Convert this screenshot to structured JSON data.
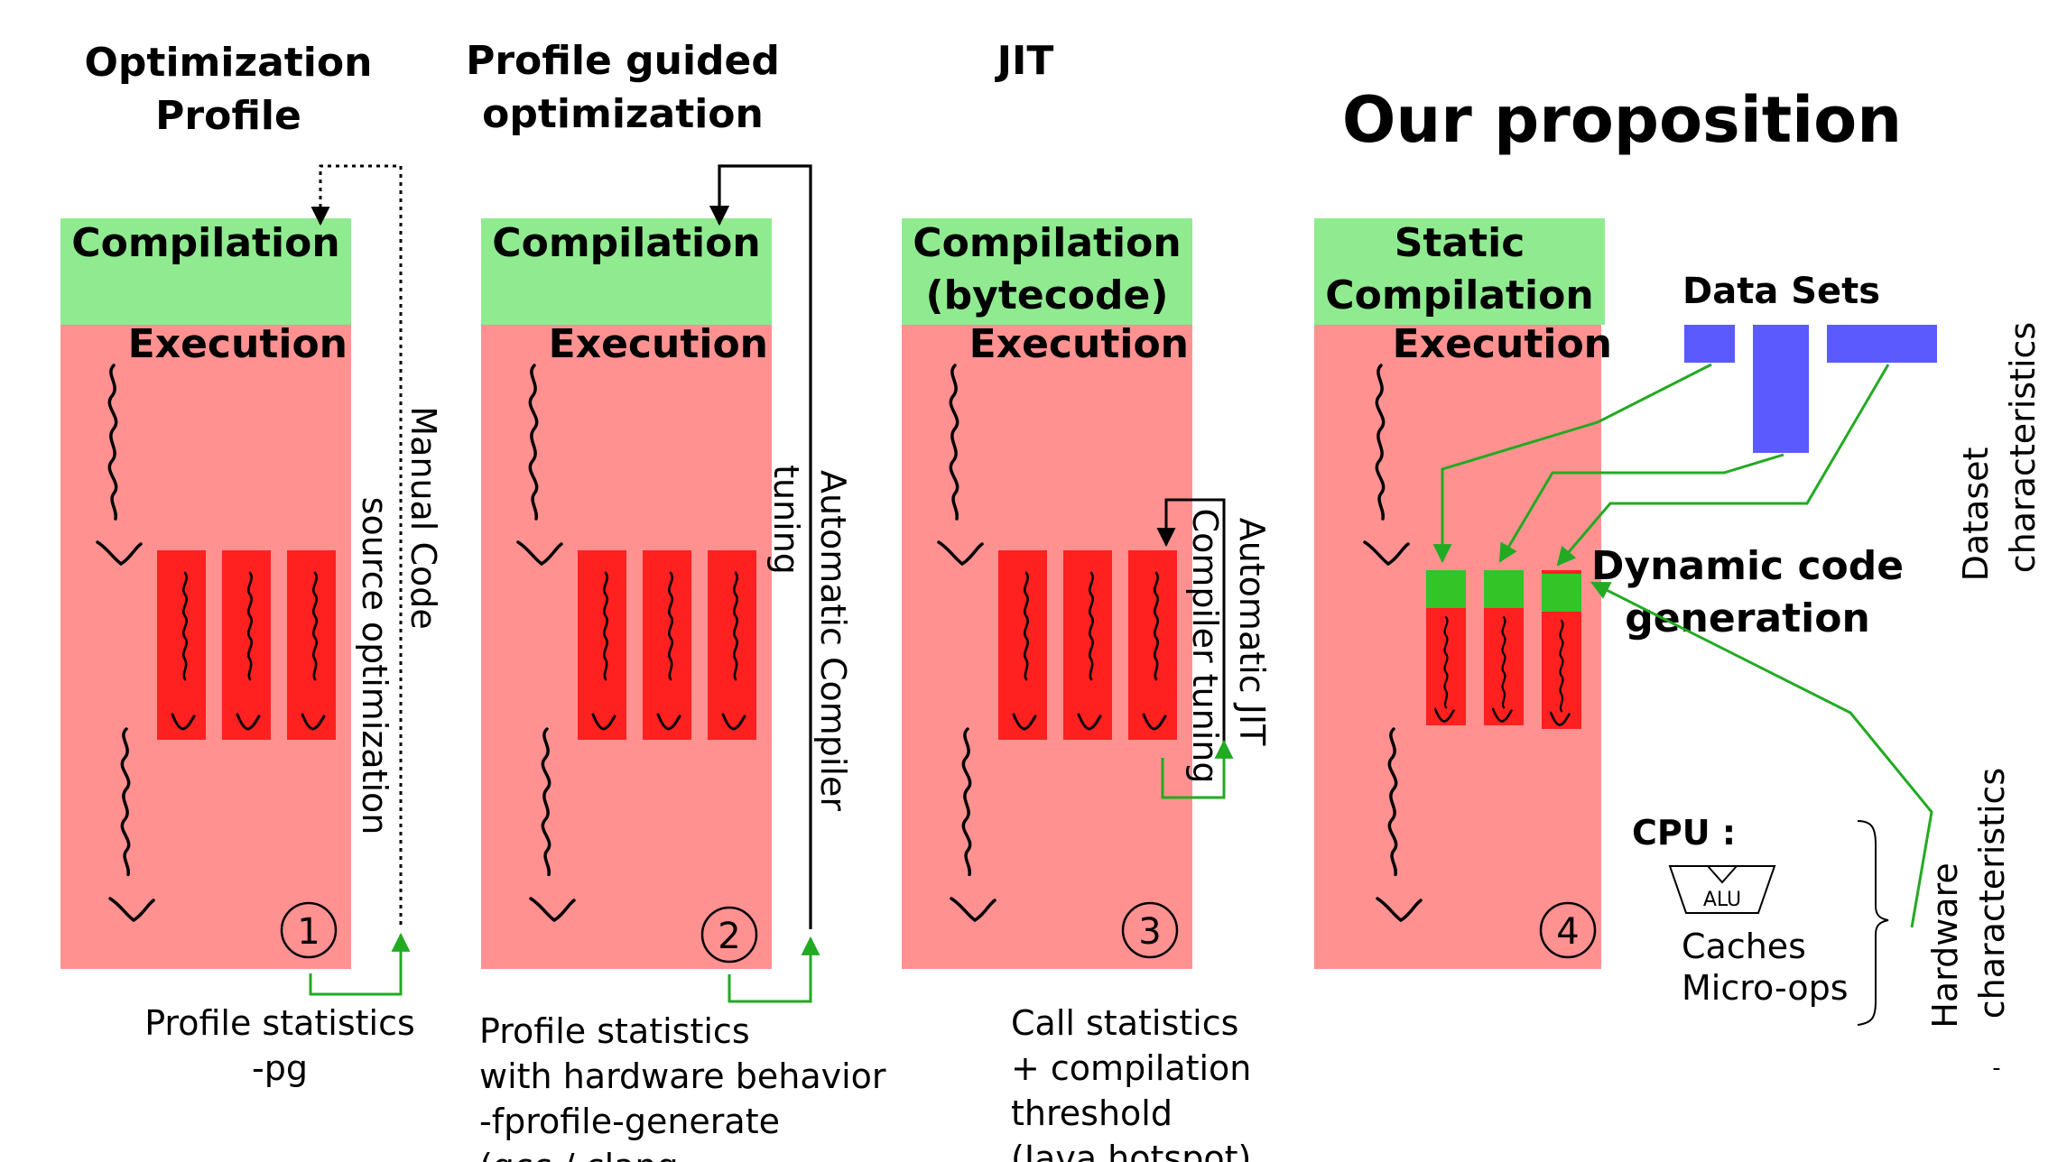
{
  "columns": [
    {
      "title_lines": [
        "Optimization",
        "Profile"
      ],
      "compile_lines": [
        "Compilation"
      ],
      "execution_label": "Execution",
      "step": "1",
      "feedback_lines": [
        "Manual Code",
        "source optimization"
      ],
      "stats_lines": [
        "Profile statistics",
        "-pg"
      ]
    },
    {
      "title_lines": [
        "Profile guided",
        "optimization"
      ],
      "compile_lines": [
        "Compilation"
      ],
      "execution_label": "Execution",
      "step": "2",
      "feedback_lines": [
        "Automatic Compiler",
        "tuning"
      ],
      "stats_lines": [
        "Profile statistics",
        "with hardware behavior",
        "-fprofile-generate",
        "(gcc / clang"
      ]
    },
    {
      "title_lines": [
        "JIT"
      ],
      "compile_lines": [
        "Compilation",
        "(bytecode)"
      ],
      "execution_label": "Execution",
      "step": "3",
      "feedback_lines": [
        "Automatic JIT",
        "Compiler tuning"
      ],
      "stats_lines": [
        "Call statistics",
        "+ compilation",
        "threshold",
        "(Java hotspot)"
      ]
    },
    {
      "title_lines": [
        "Our proposition"
      ],
      "compile_lines": [
        "Static",
        "Compilation"
      ],
      "execution_label": "Execution",
      "step": "4"
    }
  ],
  "proposition": {
    "data_sets_label": "Data Sets",
    "dataset_characteristics_lines": [
      "Dataset",
      "characteristics"
    ],
    "dynamic_code_lines": [
      "Dynamic code",
      "generation"
    ],
    "cpu_label": "CPU :",
    "alu_label": "ALU",
    "cpu_items": [
      "Caches",
      "Micro-ops"
    ],
    "hardware_characteristics_lines": [
      "Hardware",
      "characteristics"
    ],
    "stray_mark": "-"
  },
  "colors": {
    "compile_green": "#90eb90",
    "execution_pink": "#ff9191",
    "block_red": "#ff2020",
    "arrow_green": "#22aa22",
    "codegen_green": "#33c427",
    "dataset_blue": "#5a5aff"
  }
}
